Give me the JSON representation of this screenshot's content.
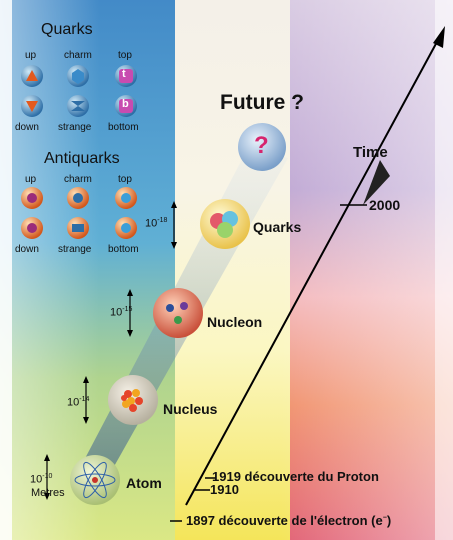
{
  "quarks": {
    "heading": "Quarks",
    "top_row": [
      "up",
      "charm",
      "top"
    ],
    "bottom_row": [
      "down",
      "strange",
      "bottom"
    ],
    "letters": [
      "t",
      "b"
    ]
  },
  "antiquarks": {
    "heading": "Antiquarks",
    "top_row": [
      "up",
      "charm",
      "top"
    ],
    "bottom_row": [
      "down",
      "strange",
      "bottom"
    ]
  },
  "future": {
    "label": "Future ?",
    "symbol": "?"
  },
  "axis": {
    "label": "Time",
    "tick_2000": "2000"
  },
  "levels": [
    {
      "name": "Quarks",
      "scale_base": "10",
      "scale_exp": "-18"
    },
    {
      "name": "Nucleon",
      "scale_base": "10",
      "scale_exp": "-15"
    },
    {
      "name": "Nucleus",
      "scale_base": "10",
      "scale_exp": "-14"
    },
    {
      "name": "Atom",
      "scale_base": "10",
      "scale_exp": "-10"
    }
  ],
  "unit": "Metres",
  "events": {
    "proton": "1919 découverte du Proton",
    "y1910": "1910",
    "electron": "1897 découverte de l'électron (e",
    "electron_sup": "−",
    "electron_close": ")"
  }
}
